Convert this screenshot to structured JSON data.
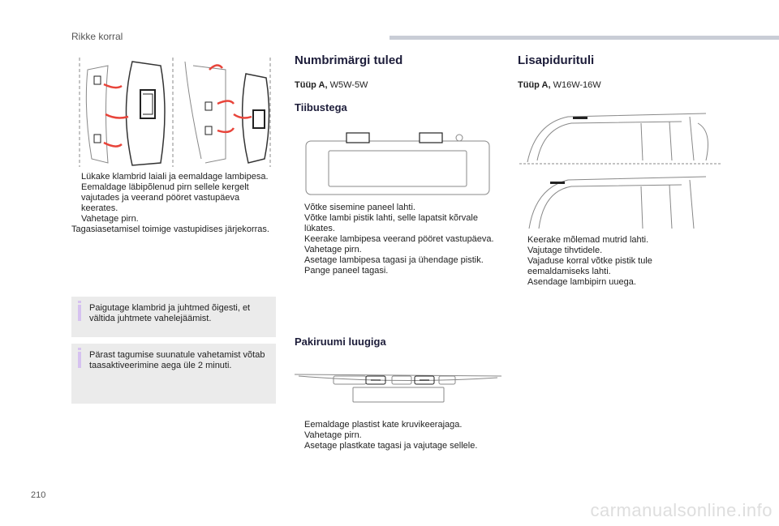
{
  "header": {
    "section": "Rikke korral"
  },
  "page_number": "210",
  "column1": {
    "steps": [
      "Lükake klambrid laiali ja eemaldage lambipesa.",
      "Eemaldage läbipõlenud pirn sellele kergelt vajutades ja veerand pööret vastupäeva keerates.",
      "Vahetage pirn."
    ],
    "note": "Tagasiasetamisel toimige vastupidises järjekorras.",
    "info1": "Paigutage klambrid ja juhtmed õigesti, et vältida juhtmete vahelejäämist.",
    "info2": "Pärast tagumise suunatule vahetamist võtab taasaktiveerimine aega üle 2 minuti."
  },
  "column2": {
    "title": "Numbrimärgi tuled",
    "type_label": "Tüüp A,",
    "type_value": "W5W-5W",
    "sub1": "Tiibustega",
    "steps1": [
      "Võtke sisemine paneel lahti.",
      "Võtke lambi pistik lahti, selle lapatsit kõrvale lükates.",
      "Keerake lambipesa veerand pööret vastupäeva.",
      "Vahetage pirn.",
      "Asetage lambipesa tagasi ja ühendage pistik.",
      "Pange paneel tagasi."
    ],
    "sub2": "Pakiruumi luugiga",
    "steps2": [
      "Eemaldage plastist kate kruvikeerajaga.",
      "Vahetage pirn.",
      "Asetage plastkate tagasi ja vajutage sellele."
    ]
  },
  "column3": {
    "title": "Lisapidurituli",
    "type_label": "Tüüp A,",
    "type_value": "W16W-16W",
    "steps": [
      "Keerake mõlemad mutrid lahti.",
      "Vajutage tihvtidele.",
      "Vajaduse korral võtke pistik tule eemaldamiseks lahti.",
      "Asendage lambipirn uuega."
    ]
  },
  "bullet_glyph": "",
  "watermark": "carmanualsonline.info",
  "colors": {
    "arrow": "#e8443a",
    "info_bar": "#d6c2f0",
    "info_bg": "#ebebeb",
    "header_bar": "#c9cdd6"
  }
}
